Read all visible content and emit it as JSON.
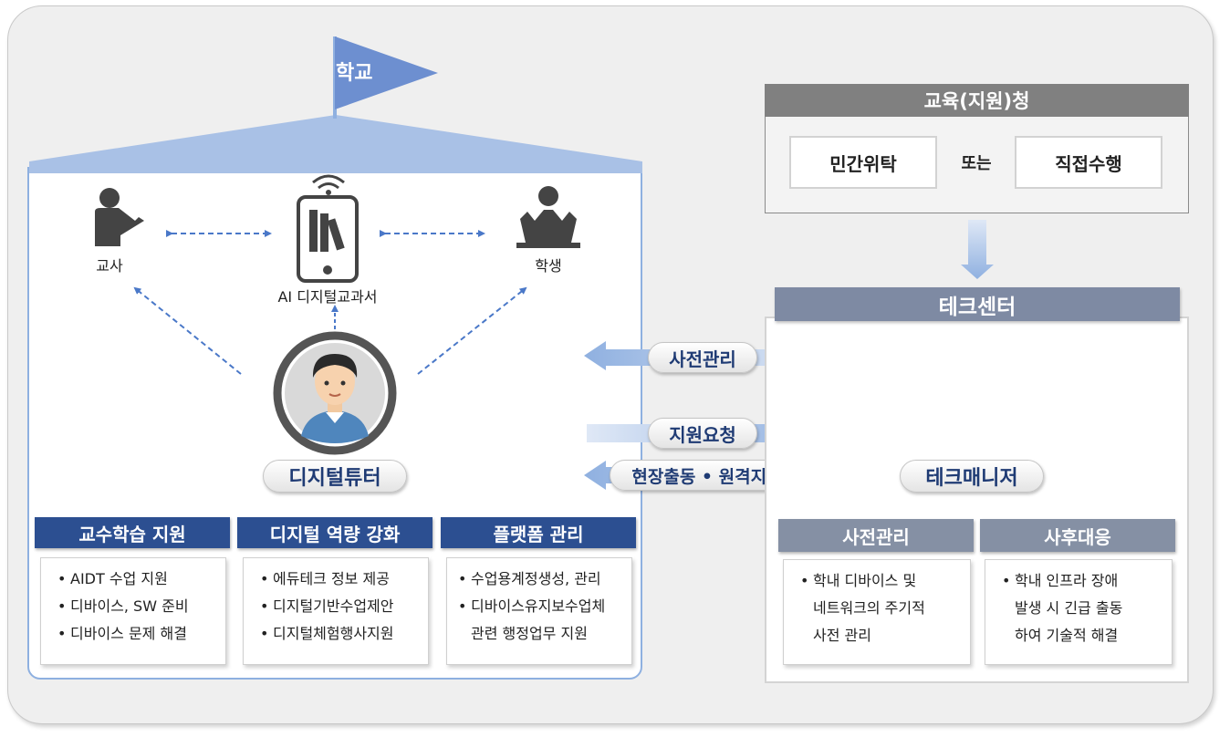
{
  "school": {
    "flag_label": "학교",
    "teacher_label": "교사",
    "textbook_label": "AI 디지털교과서",
    "student_label": "학생",
    "tutor_label": "디지털튜터",
    "cards": [
      {
        "title": "교수학습 지원",
        "items": [
          "AIDT 수업 지원",
          "디바이스, SW 준비",
          "디바이스 문제 해결"
        ]
      },
      {
        "title": "디지털 역량 강화",
        "items": [
          "에듀테크 정보 제공",
          "디지털기반수업제안",
          "디지털체험행사지원"
        ]
      },
      {
        "title": "플랫폼 관리",
        "items": [
          "수업용계정생성, 관리",
          "디바이스유지보수업체",
          "관련 행정업무 지원"
        ]
      }
    ]
  },
  "flows": {
    "pre_management": "사전관리",
    "support_request": "지원요청",
    "dispatch": "현장출동 • 원격지원"
  },
  "education_office": {
    "title": "교육(지원)청",
    "option_a": "민간위탁",
    "or_text": "또는",
    "option_b": "직접수행"
  },
  "tech_center": {
    "title": "테크센터",
    "manager_label": "테크매니저",
    "cards": [
      {
        "title": "사전관리",
        "lines": [
          "학내 디바이스 및",
          "네트워크의 주기적",
          "사전 관리"
        ]
      },
      {
        "title": "사후대응",
        "lines": [
          "학내 인프라 장애",
          "발생 시  긴급 출동",
          "하여 기술적 해결"
        ]
      }
    ]
  },
  "colors": {
    "navy": "#2c4f91",
    "light_blue": "#a9c1e6",
    "slate": "#7e8aa3",
    "grey_header": "#808080",
    "dashed_arrow": "#4a78c8"
  },
  "icons": [
    "teacher-icon",
    "tablet-icon",
    "student-icon",
    "tutor-avatar-icon",
    "tech-manager-avatar-icon"
  ]
}
